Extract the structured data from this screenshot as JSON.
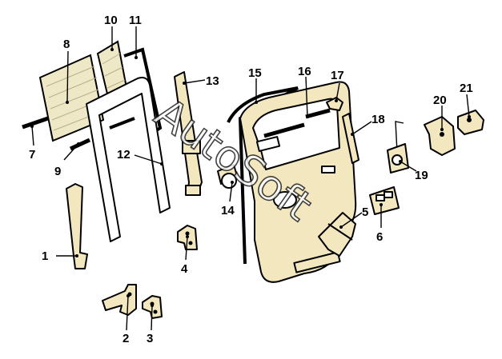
{
  "callouts": {
    "c1": "1",
    "c2": "2",
    "c3": "3",
    "c4": "4",
    "c5": "5",
    "c6": "6",
    "c7": "7",
    "c8": "8",
    "c9": "9",
    "c10": "10",
    "c11": "11",
    "c12": "12",
    "c13": "13",
    "c14": "14",
    "c15": "15",
    "c16": "16",
    "c17": "17",
    "c18": "18",
    "c19": "19",
    "c20": "20",
    "c21": "21"
  },
  "watermark": {
    "text": "AutoSoft"
  },
  "colors": {
    "part_fill": "#f3e7c0",
    "glass_fill": "#eee8c6",
    "line": "#000000"
  }
}
